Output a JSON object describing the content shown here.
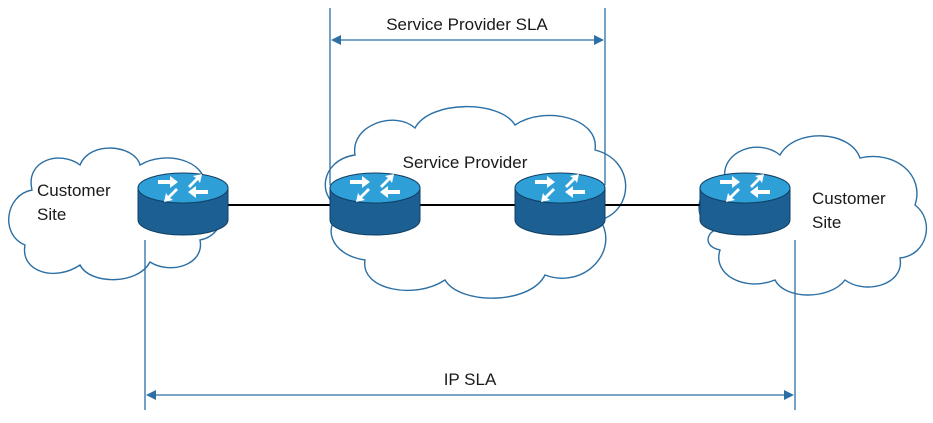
{
  "labels": {
    "sla_top": "Service Provider SLA",
    "sla_bottom": "IP SLA",
    "service_provider": "Service Provider",
    "customer_left_line1": "Customer",
    "customer_left_line2": "Site",
    "customer_right_line1": "Customer",
    "customer_right_line2": "Site"
  },
  "colors": {
    "cloud_stroke": "#2b6fa4",
    "sla_line": "#2b6fa4",
    "router_top": "#2f9fd8",
    "router_body": "#1c5f93",
    "router_edge": "#0f3f63",
    "link": "#000000"
  },
  "icons": [
    "router-icon",
    "cloud-shape",
    "double-arrow"
  ]
}
